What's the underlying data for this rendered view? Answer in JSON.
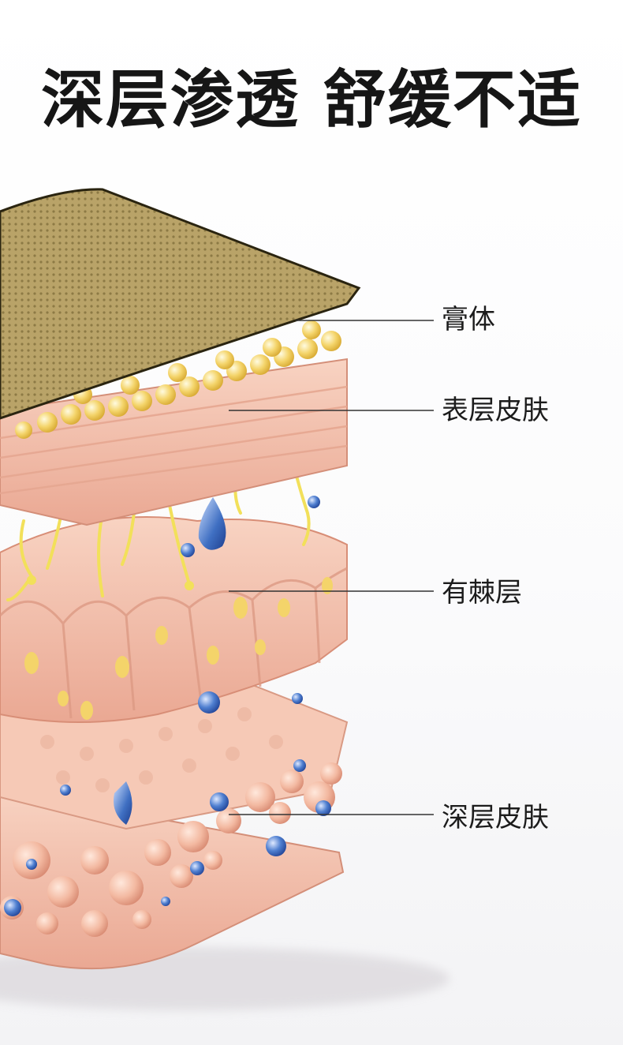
{
  "headline": "深层渗透 舒缓不适",
  "layers": [
    {
      "id": "plaster",
      "label": "膏体"
    },
    {
      "id": "epidermis",
      "label": "表层皮肤"
    },
    {
      "id": "spinous",
      "label": "有棘层"
    },
    {
      "id": "dermis",
      "label": "深层皮肤"
    }
  ],
  "colors": {
    "plaster": "#b9a368",
    "skin": "#f2b8a3",
    "skin_dark": "#e59b85",
    "beads": "#f4d46a",
    "nerves": "#f2e05a",
    "drops": "#3f6fc2"
  }
}
